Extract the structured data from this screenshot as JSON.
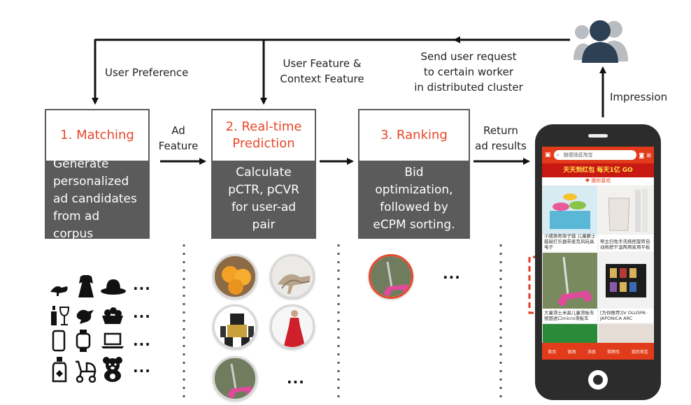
{
  "labels": {
    "user_preference": "User Preference",
    "user_feature": "User Feature &\nContext Feature",
    "send_request": "Send user request\nto certain worker\nin distributed cluster",
    "impression": "Impression",
    "ad_feature": "Ad\nFeature",
    "return_results": "Return\nad results"
  },
  "stages": [
    {
      "title": "1. Matching",
      "body": "Generate\npersonalized\nad candidates\nfrom ad corpus"
    },
    {
      "title": "2. Real-time\nPrediction",
      "body": "Calculate\npCTR, pCVR\nfor user-ad pair"
    },
    {
      "title": "3. Ranking",
      "body": "Bid optimization,\nfollowed by\neCPM sorting."
    }
  ],
  "ellipsis": "...",
  "icons": {
    "row1": [
      "high-heel-icon",
      "dress-icon",
      "hat-icon"
    ],
    "row2": [
      "wine-icon",
      "bird-icon",
      "fruit-basket-icon"
    ],
    "row3": [
      "phone-icon",
      "watch-icon",
      "laptop-icon"
    ],
    "row4": [
      "bottle-icon",
      "stroller-icon",
      "teddy-bear-icon"
    ]
  },
  "phone": {
    "search_placeholder": "随便挑逛淘宝",
    "banner": "天天到红包 每天1亿 GO",
    "section": "猜你喜欢",
    "tiles": [
      "小猪佩奇架子鼓 儿童爵士鼓敲打乐器带麦克风玩具电子",
      "帮主扫免手洗拖把旋转自动拖把干湿两用家用平板",
      "大童滑土米高儿童滑板车 德国进口micro滑板车",
      "[为你推荐]|V OLUSPA · JAPONICA ARC"
    ],
    "nav": [
      "首页",
      "微淘",
      "消息",
      "购物车",
      "我的淘宝"
    ]
  },
  "colors": {
    "accent": "#e8472a",
    "stage_body": "#5b5b5b",
    "phone_body": "#2c2c2c",
    "taobao_red": "#e23b1c",
    "user_icon": "#2d4154"
  }
}
